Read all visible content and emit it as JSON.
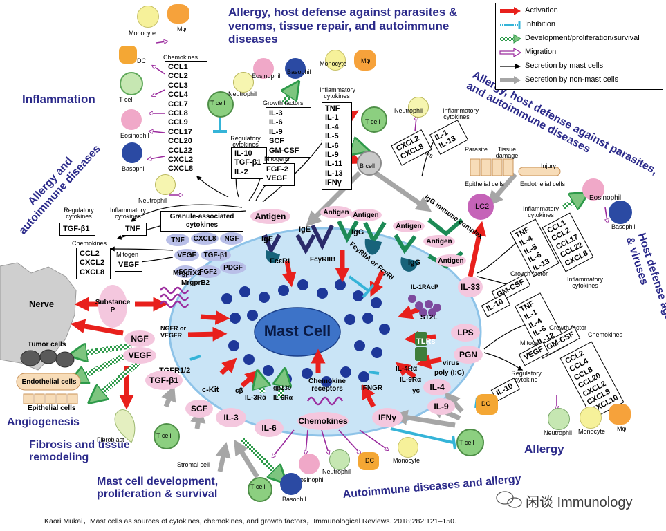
{
  "title": "Mast Cell",
  "headers": {
    "top": "Allergy, host defense against parasites & venoms, tissue repair, and autoimmune diseases",
    "inflammation": "Inflammation",
    "allergy_autoimmune": "Allergy and autoimmune diseases",
    "upper_right": "Allergy, host defense against parasites, and autoimmune diseases",
    "host_defense": "Host defense against bacteria & viruses",
    "allergy": "Allergy",
    "angiogenesis": "Angiogenesis",
    "fibrosis": "Fibrosis and tissue remodeling",
    "development": "Mast cell development, proliferation & survival",
    "autoimmune_allergy": "Autoimmune diseases and allergy"
  },
  "legend": [
    {
      "label": "Activation",
      "color": "#e8201c"
    },
    {
      "label": "Inhibition",
      "color": "#35b4d8"
    },
    {
      "label": "Development/proliferation/survival",
      "color": "#2e9a4a"
    },
    {
      "label": "Migration",
      "color": "#9b2c9e"
    },
    {
      "label": "Secretion by mast cells",
      "color": "#000000"
    },
    {
      "label": "Secretion by non-mast cells",
      "color": "#a6a6a6"
    }
  ],
  "boxes": {
    "chemokines_left": [
      "CCL1",
      "CCL2",
      "CCL3",
      "CCL4",
      "CCL7",
      "CCL8",
      "CCL9",
      "CCL17",
      "CCL20",
      "CCL22",
      "CXCL2",
      "CXCL8"
    ],
    "growth_factors": [
      "IL-3",
      "IL-6",
      "IL-9",
      "SCF",
      "GM-CSF"
    ],
    "inflammatory_top": [
      "TNF",
      "IL-1",
      "IL-4",
      "IL-5",
      "IL-6",
      "IL-9",
      "IL-11",
      "IL-13",
      "IFNγ"
    ],
    "regulatory_top": [
      "IL-10",
      "TGF-β1",
      "IL-2"
    ],
    "mitogens": [
      "FGF-2",
      "VEGF"
    ],
    "chemokines_mid": [
      "CXCL2",
      "CXCL8"
    ],
    "inflammatory_mid": [
      "IL-1",
      "IL-13"
    ],
    "left_regulatory": [
      "TGF-β1"
    ],
    "left_inflammatory": [
      "TNF"
    ],
    "left_chemokines": [
      "CCL2",
      "CXCL2",
      "CXCL8"
    ],
    "left_mitogen": [
      "VEGF"
    ],
    "right_inflammatory_1": [
      "TNF",
      "IL-4",
      "IL-5",
      "IL-6",
      "IL-13"
    ],
    "right_chemokines_1": [
      "CCL1",
      "CCL2",
      "CCL17",
      "CCL22",
      "CXCL8"
    ],
    "right_growth_1": [
      "GM-CSF"
    ],
    "right_regulatory_1": [
      "IL-10"
    ],
    "right_inflammatory_2": [
      "TNF",
      "IL-1",
      "IL-4",
      "IL-6",
      "IL-12",
      "IL-13"
    ],
    "right_growth_2": [
      "GM-CSF"
    ],
    "right_mitogen_2": [
      "VEGF"
    ],
    "right_chemokines_2": [
      "CCL2",
      "CCL4",
      "CCL8",
      "CCL20",
      "CXCL2",
      "CXCL8",
      "CXCL10"
    ],
    "right_regulatory_2": [
      "IL-10"
    ]
  },
  "box_titles": {
    "chemokines": "Chemokines",
    "growth_factors": "Growth factors",
    "inflammatory": "Inflammatory cytokines",
    "regulatory": "Regulatory cytokines",
    "mitogens": "Mitogens",
    "mitogen": "Mitogen",
    "growth_factor": "Growth factor",
    "regulatory_cytokine": "Regulatory cytokine"
  },
  "granule": {
    "title": "Granule-associated cytokines",
    "items": [
      "TNF",
      "CXCL8",
      "NGF",
      "VEGF",
      "TGF-β1",
      "SCF",
      "FGF2",
      "PDGF"
    ]
  },
  "cells": {
    "monocyte": "Monocyte",
    "mphi": "Mφ",
    "dc": "DC",
    "tcell": "T cell",
    "eosinophil": "Eosinophil",
    "basophil": "Basophil",
    "neutrophil": "Neutrophil",
    "bcell": "B cell",
    "ilc2": "ILC2",
    "parasite": "Parasite",
    "tissue_damage": "Tissue damage",
    "injury": "Injury",
    "epithelial": "Epithelial cells",
    "endothelial": "Endothelial cells",
    "nerve": "Nerve",
    "tumor": "Tumor cells",
    "endothelial_cells": "Endothelial cells",
    "fibroblast": "Fibroblast",
    "stromal": "Stromal cell"
  },
  "ligands": {
    "antigen": "Antigen",
    "ige": "IgE",
    "igg": "IgG",
    "fceri": "FcεRI",
    "fcgriib": "FcγRIIB",
    "fcgriia": "FcγRIIA or FcγRI",
    "igg_complex": "IgG immune complex",
    "il33": "IL-33",
    "il1racp": "IL-1RAcP",
    "st2l": "ST2L",
    "lps": "LPS",
    "pgn": "PGN",
    "tlrs": "TLRs",
    "virus": "virus",
    "polyic": "poly (I:C)",
    "il4ra": "IL-4Rα",
    "il9ra": "IL-9Rα",
    "gc": "γc",
    "il4": "IL-4",
    "il9": "IL-9",
    "ifngr": "IFNGR",
    "ifng": "IFNγ",
    "chemokine_receptors": "Chemokine receptors",
    "chemokines": "Chemokines",
    "gp130": "gp130",
    "il6ra": "IL-6Rα",
    "il6": "IL-6",
    "il3ra": "IL-3Rα",
    "cb": "cβ",
    "il3": "IL-3",
    "ckit": "c-Kit",
    "scf": "SCF",
    "tgfr": "TGFR1/2",
    "tgfb1": "TGF-β1",
    "ngf": "NGF",
    "vegf": "VEGF",
    "ngfr": "NGFR or VEGFR",
    "substance_p": "Substance P",
    "mrgprx2": "MrgprX2",
    "mrgprb2": "MrgprB2"
  },
  "watermark": "闲谈 Immunology",
  "citation": "Kaori Mukai，Mast cells as sources of cytokines, chemokines, and growth factors，Immunological Reviews. 2018;282:121–150."
}
